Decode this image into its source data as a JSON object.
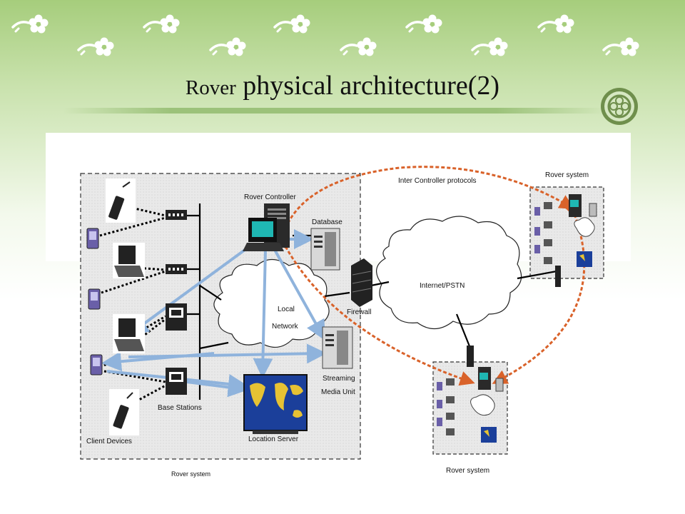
{
  "slide": {
    "title_prefix": "Rover",
    "title_main": "physical architecture(2)"
  },
  "diagram": {
    "labels": {
      "rover_controller": "Rover Controller",
      "database": "Database",
      "inter_controller": "Inter Controller protocols",
      "rover_system_right": "Rover system",
      "internet": "Internet/PSTN",
      "firewall": "Firewall",
      "local": "Local",
      "network": "Network",
      "streaming_1": "Streaming",
      "streaming_2": "Media Unit",
      "base_stations": "Base Stations",
      "location_server": "Location Server",
      "client_devices": "Client Devices",
      "rover_system_main": "Rover system",
      "rover_system_bottom": "Rover system"
    },
    "colors": {
      "green_band": "#a6cd7c",
      "blue_arrow": "#8fb3dc",
      "orange_link": "#d9622a",
      "black": "#000000"
    },
    "icons": [
      "flower-icon",
      "cell-phone-icon",
      "laptop-icon",
      "pda-icon",
      "hub-icon",
      "base-station-icon",
      "computer-icon",
      "server-icon",
      "firewall-icon",
      "cloud-icon",
      "world-map-icon"
    ]
  }
}
